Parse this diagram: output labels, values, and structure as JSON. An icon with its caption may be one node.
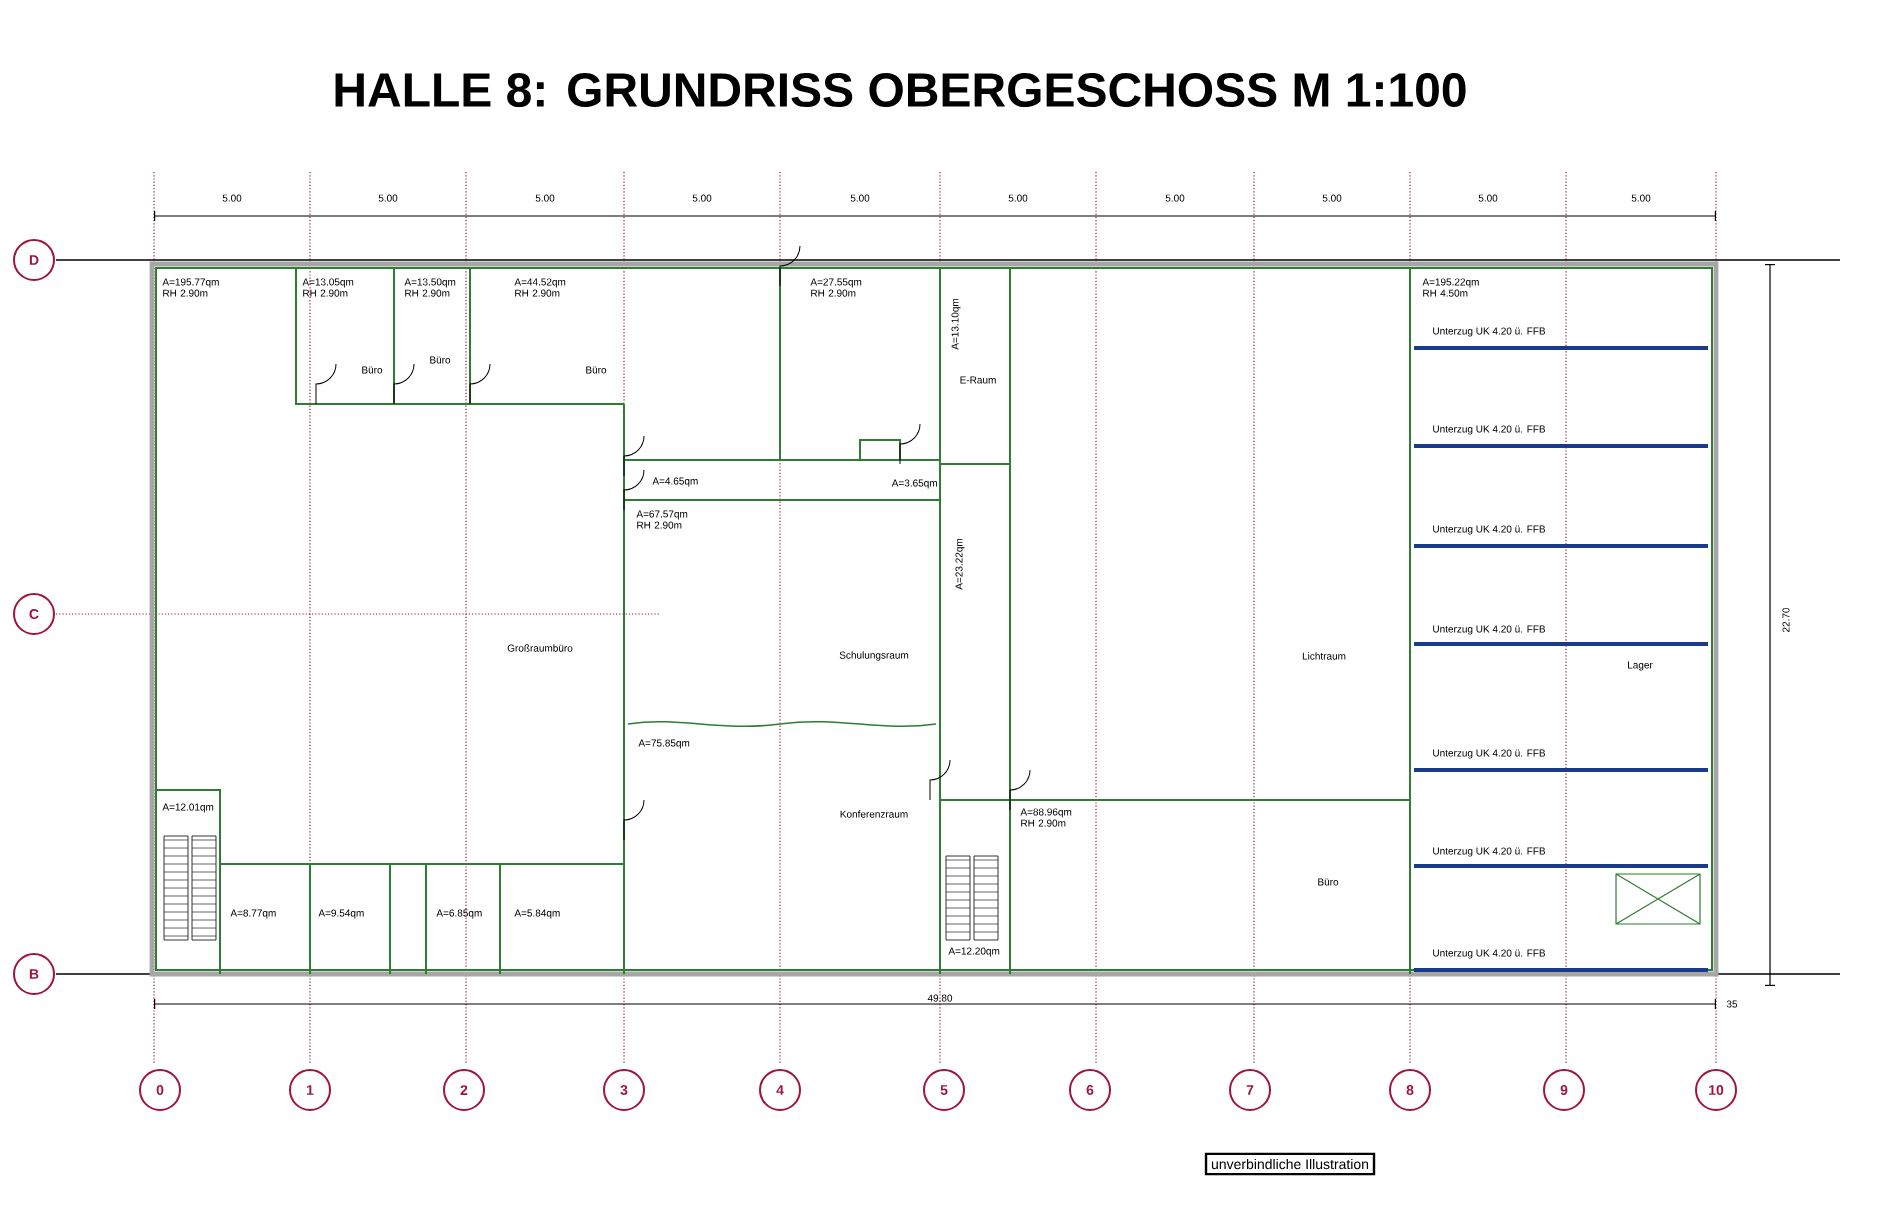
{
  "diagram": {
    "title": "HALLE 8: GRUNDRISS OBERGESCHOSS M 1:100",
    "nodes": [
      {
        "text": [
          "D"
        ]
      },
      {
        "text": [
          "C"
        ]
      },
      {
        "text": [
          "B"
        ]
      },
      {
        "text": [
          "0"
        ]
      },
      {
        "text": [
          "1"
        ]
      },
      {
        "text": [
          "2"
        ]
      },
      {
        "text": [
          "3"
        ]
      },
      {
        "text": [
          "4"
        ]
      },
      {
        "text": [
          "5"
        ]
      },
      {
        "text": [
          "6"
        ]
      },
      {
        "text": [
          "7"
        ]
      },
      {
        "text": [
          "8"
        ]
      },
      {
        "text": [
          "9"
        ]
      },
      {
        "text": [
          "10"
        ]
      },
      {
        "text": [
          "unverbindliche Illustration"
        ]
      }
    ],
    "labels": [
      "5.00",
      "5.00",
      "5.00",
      "5.00",
      "5.00",
      "5.00",
      "5.00",
      "5.00",
      "5.00",
      "5.00",
      "A=195.77qm RH 2.90m",
      "A=13.05qm RH 2.90m",
      "Büro",
      "A=13.50qm RH 2.90m",
      "Büro",
      "A=44.52qm RH 2.90m",
      "Büro",
      "A=27.55qm RH 2.90m",
      "A=13.10qm",
      "E-Raum",
      "A=4.65qm",
      "A=3.65qm",
      "A=67.57qm RH 2.90m",
      "Großraumbüro",
      "Schulungsraum",
      "Lichtraum",
      "A=23.22qm",
      "A=195.22qm RH 4.50m",
      "Unterzug UK 4.20 ü. FFB",
      "Unterzug UK 4.20 ü. FFB",
      "Unterzug UK 4.20 ü. FFB",
      "Unterzug UK 4.20 ü. FFB",
      "Lager",
      "A=75.85qm",
      "Unterzug UK 4.20 ü. FFB",
      "A=12.01qm",
      "Konferenzraum",
      "A=88.96qm RH 2.90m",
      "Büro",
      "Unterzug UK 4.20 ü. FFB",
      "A=8.77qm",
      "A=9.54qm",
      "A=6.85qm",
      "A=5.84qm",
      "A=12.20qm",
      "Unterzug UK 4.20 ü. FFB",
      "22.70",
      "49.80",
      "35"
    ]
  }
}
